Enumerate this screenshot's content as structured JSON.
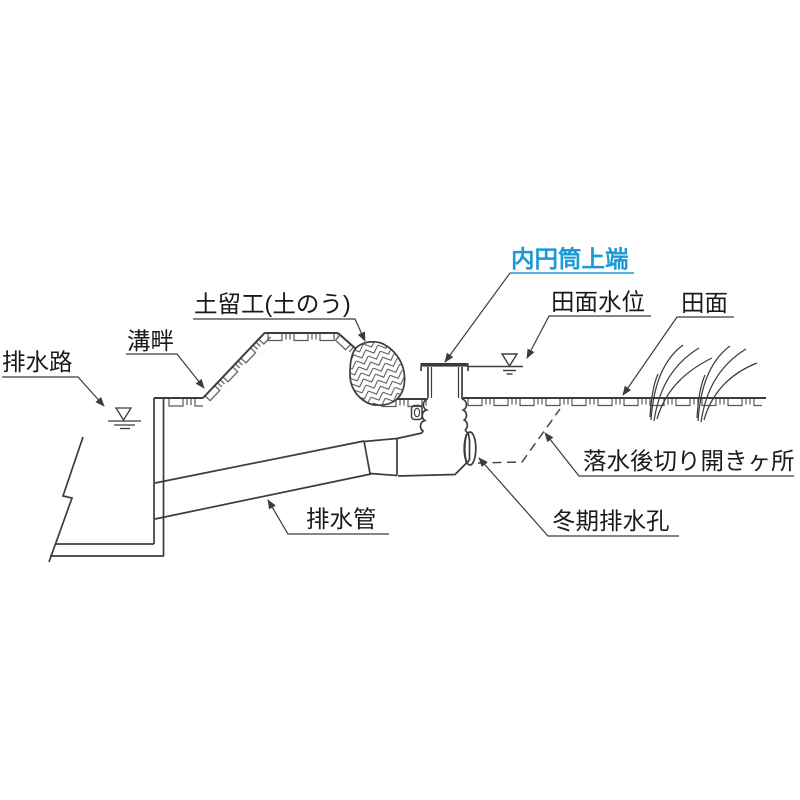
{
  "figure": {
    "title": "paddy-field-drainage-standpipe-cross-section",
    "colors": {
      "accent_blue": "#189AD6",
      "line": "#3c3c3c",
      "text": "#1a1a1a",
      "background": "#ffffff"
    },
    "labels": {
      "drainage_channel": "排水路",
      "ditch_bank": "溝畔",
      "earth_retaining": "土留工(土のう)",
      "inner_cylinder_top": "内円筒上端",
      "paddy_water_level": "田面水位",
      "paddy_surface": "田面",
      "cut_open_after_drain": "落水後切り開きヶ所",
      "winter_drain_hole": "冬期排水孔",
      "drain_pipe": "排水管"
    },
    "symbols": {
      "water_level_channel": "inverted-triangle-water-level-mark",
      "water_level_paddy": "inverted-triangle-water-level-mark"
    }
  }
}
